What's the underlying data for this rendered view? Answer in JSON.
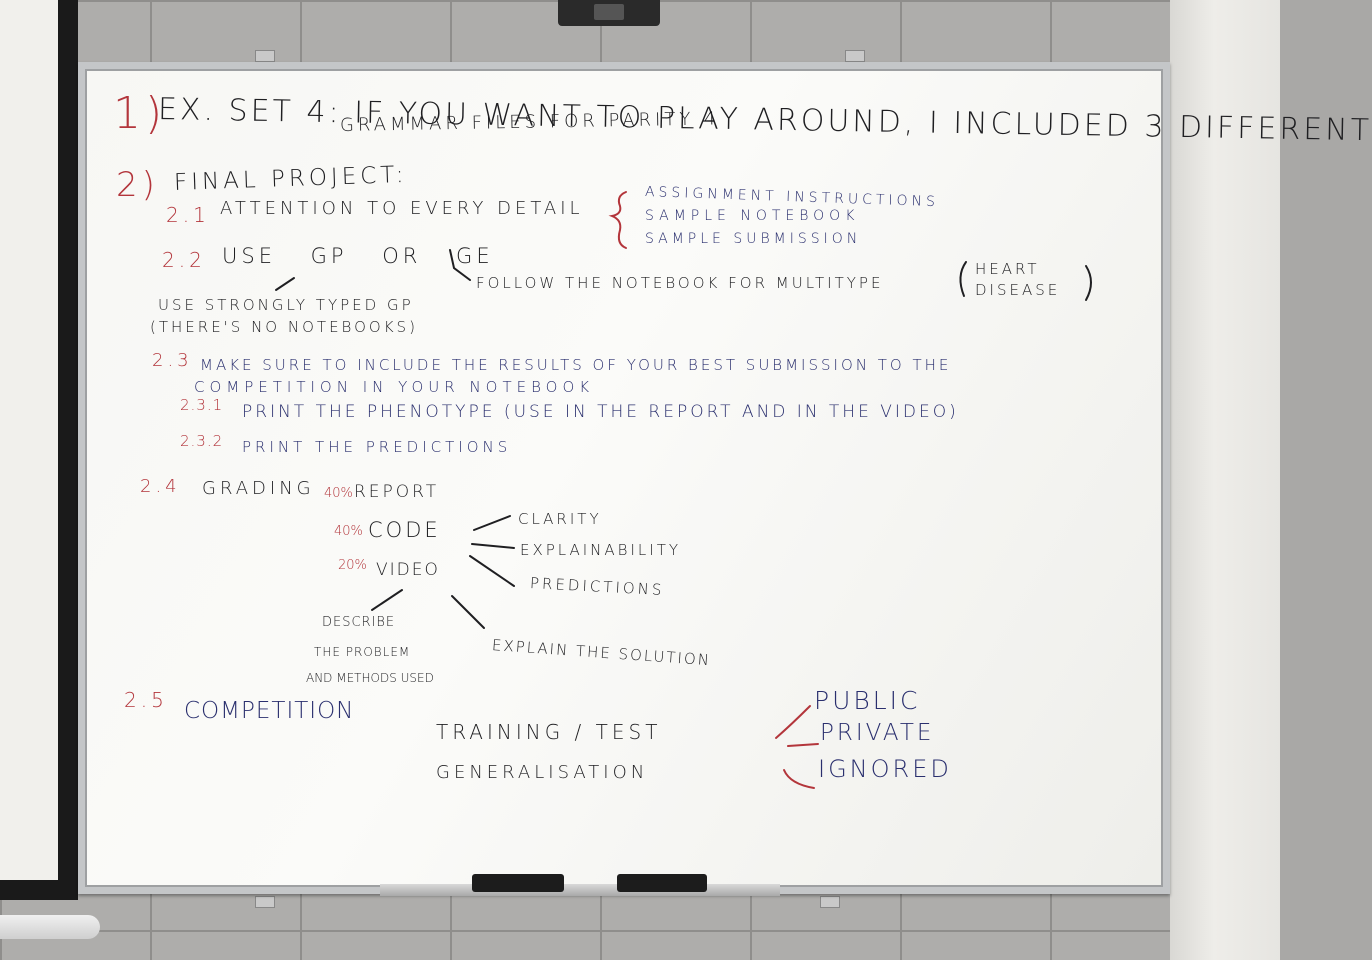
{
  "colors": {
    "black_ink": "#1f1f22",
    "blue_ink": "#2a2f6e",
    "red_ink": "#b3353b",
    "board": "#f7f7f4",
    "frame": "#c4c6c8"
  },
  "board": {
    "item1": {
      "number": "1)",
      "line1": "EX. SET 4: IF YOU WANT TO PLAY AROUND, I INCLUDED 3 DIFFERENT",
      "line2": "GRAMMAR FILES FOR PARITY 4"
    },
    "item2": {
      "number": "2)",
      "title": "FINAL PROJECT:",
      "s21_num": "2.1",
      "s21_text": "ATTENTION TO EVERY DETAIL",
      "s21_list": [
        "ASSIGNMENT INSTRUCTIONS",
        "SAMPLE NOTEBOOK",
        "SAMPLE SUBMISSION"
      ],
      "s22_num": "2.2",
      "s22_text": "USE GP OR GE",
      "s22_follow": "FOLLOW THE NOTEBOOK FOR MULTITYPE",
      "s22_heart": "HEART",
      "s22_disease": "DISEASE",
      "typed_line1": "USE STRONGLY TYPED GP",
      "typed_line2": "(THERE'S NO NOTEBOOKS)",
      "s23_num": "2.3",
      "s23_line1": "MAKE SURE TO INCLUDE THE RESULTS OF YOUR BEST SUBMISSION TO THE",
      "s23_line2": "COMPETITION IN YOUR NOTEBOOK",
      "s231_num": "2.3.1",
      "s231_text": "PRINT THE PHENOTYPE (USE IN THE REPORT AND IN THE VIDEO)",
      "s232_num": "2.3.2",
      "s232_text": "PRINT THE PREDICTIONS",
      "s24_num": "2.4",
      "s24_text": "GRADING",
      "report_pct": "40%",
      "report_label": "REPORT",
      "code_pct": "40%",
      "code_label": "CODE",
      "video_pct": "20%",
      "video_label": "VIDEO",
      "code_items": [
        "CLARITY",
        "EXPLAINABILITY",
        "PREDICTIONS"
      ],
      "video_describe": [
        "DESCRIBE",
        "THE PROBLEM",
        "AND METHODS USED"
      ],
      "video_explain": "EXPLAIN THE SOLUTION",
      "s25_num": "2.5",
      "s25_text": "COMPETITION",
      "training_test": "TRAINING / TEST",
      "generalisation": "GENERALISATION",
      "public": "PUBLIC",
      "private": "PRIVATE",
      "ignored": "IGNORED"
    }
  }
}
